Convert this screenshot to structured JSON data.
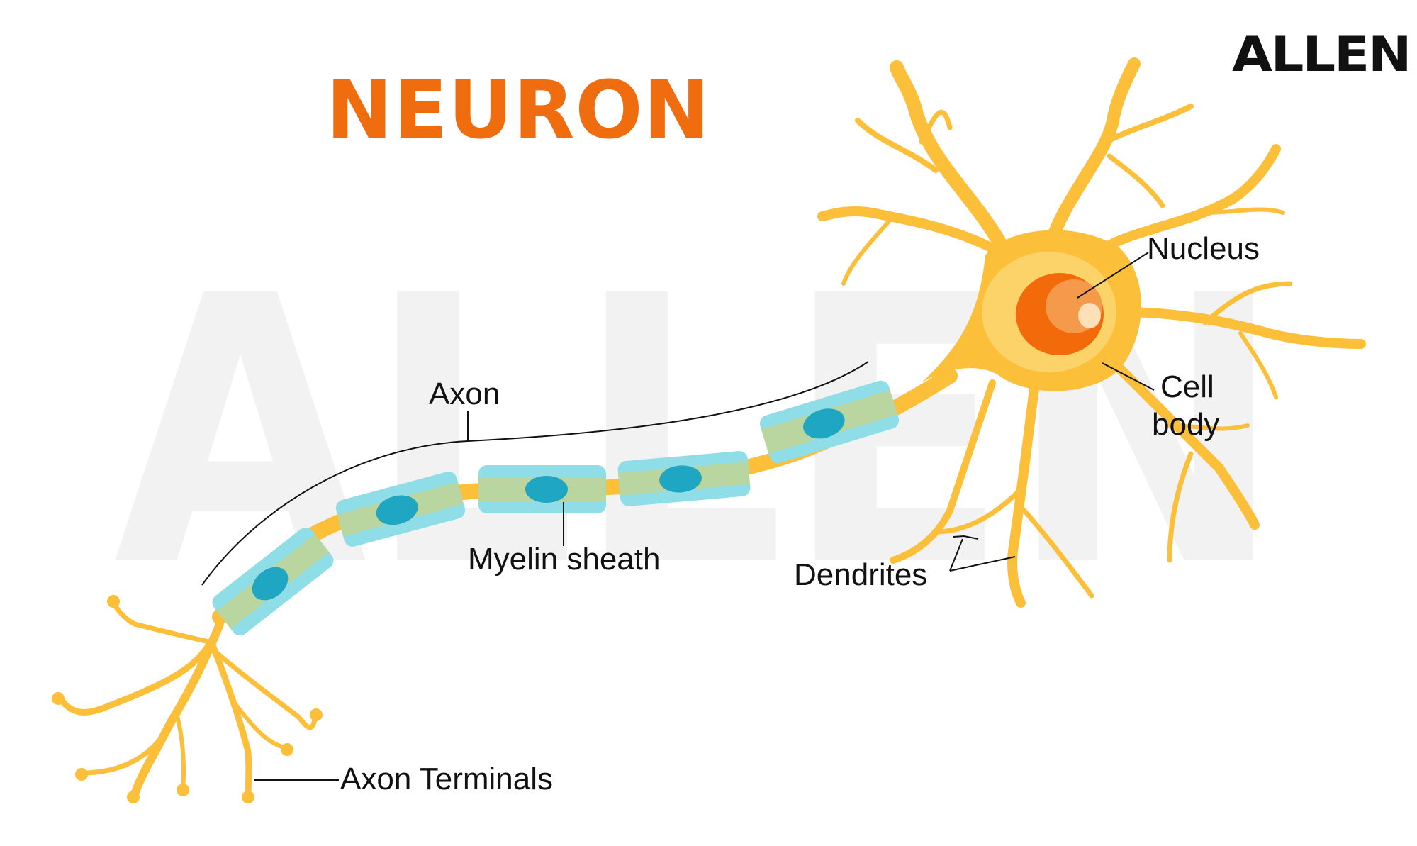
{
  "title": "NEURON",
  "logo": "ALLEN",
  "watermark": "ALLEN",
  "labels": {
    "nucleus": "Nucleus",
    "cell_body_line1": "Cell",
    "cell_body_line2": "body",
    "axon": "Axon",
    "myelin_sheath": "Myelin sheath",
    "dendrites": "Dendrites",
    "axon_terminals": "Axon Terminals"
  },
  "colors": {
    "title": "#f06d0f",
    "neuron_body": "#fbbf3a",
    "neuron_highlight": "#fde9a0",
    "nucleus": "#f26a0a",
    "myelin": "#7fd8e0",
    "schwann_nucleus": "#1fa6c3",
    "watermark": "#f2f2f2",
    "leader_lines": "#111111"
  }
}
